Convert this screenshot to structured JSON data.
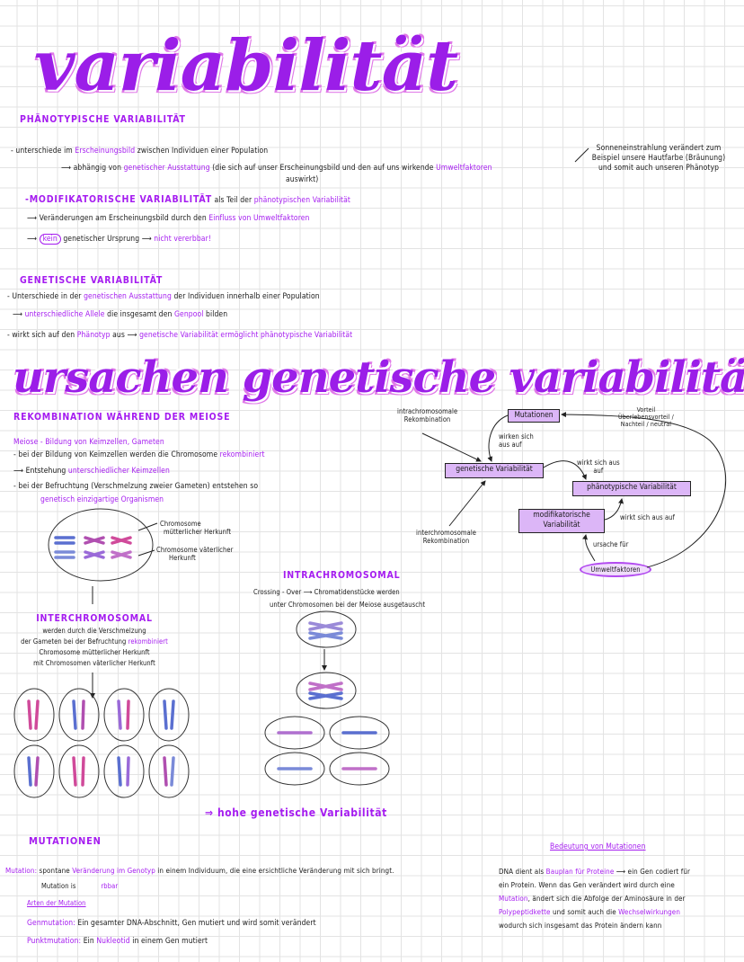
{
  "title": "variabilität",
  "phaeno": {
    "heading": "PHÄNOTYPISCHE VARIABILITÄT",
    "l1": [
      "- unterschiede im ",
      "Erscheinungsbild",
      " zwischen Individuen einer Population"
    ],
    "l2": [
      "⟶ abhängig von ",
      "genetischer Ausstattung",
      " (die sich auf unser Erscheinungsbild  und den auf uns wirkende ",
      "Umweltfaktoren"
    ],
    "l2b": "auswirkt)",
    "side": [
      "Sonneneinstrahlung verändert zum",
      "Beispiel unsere Hautfarbe (Bräunung)",
      "und somit auch unseren Phänotyp"
    ],
    "modi": [
      "-MODIFIKATORISCHE VARIABILITÄT",
      " als Teil der ",
      "phänotypischen Variabilität"
    ],
    "modi2": [
      "⟶ Veränderungen am Erscheinungsbild durch den ",
      "Einfluss von Umweltfaktoren"
    ],
    "modi3": [
      "⟶ ",
      "kein",
      " genetischer Ursprung ⟶ ",
      "nicht vererbbar!"
    ]
  },
  "gene": {
    "heading": "GENETISCHE VARIABILITÄT",
    "l1": [
      "- Unterschiede in der ",
      "genetischen Ausstattung",
      " der Individuen innerhalb einer Population"
    ],
    "l2": [
      "⟶ ",
      "unterschiedliche Allele",
      " die insgesamt den ",
      "Genpool",
      " bilden"
    ],
    "l3": [
      "- wirkt sich auf den ",
      "Phänotyp",
      " aus ⟶ ",
      "genetische Variabilität ermöglicht phänotypische Variabilität"
    ]
  },
  "title2": "ursachen genetische variabilität",
  "reko": {
    "heading": "REKOMBINATION WÄHREND DER MEIOSE",
    "l1": "Meiose - Bildung von Keimzellen, Gameten",
    "l2": [
      "- bei der Bildung von Keimzellen werden die Chromosome ",
      "rekombiniert"
    ],
    "l3": [
      "⟶ Entstehung ",
      "unterschiedlicher Keimzellen"
    ],
    "l4": "- bei der Befruchtung (Verschmelzung zweier Gameten) entstehen so",
    "l5": "genetisch einzigartige Organismen",
    "label_mother": [
      "Chromosome",
      "mütterlicher Herkunft"
    ],
    "label_father": [
      "Chromosome väterlicher",
      "Herkunft"
    ]
  },
  "inter": {
    "heading": "INTERCHROMOSOMAL",
    "l1": "werden durch die Verschmelzung",
    "l2": [
      "der Gameten bei der Befruchtung ",
      "rekombiniert"
    ],
    "l3": "Chromosome mütterlicher Herkunft",
    "l4": "mit Chromosomen väterlicher Herkunft"
  },
  "intra": {
    "heading": "INTRACHROMOSOMAL",
    "l1": "Crossing - Over ⟶ Chromatidenstücke werden",
    "l2": "unter Chromosomen bei der Meiose ausgetauscht"
  },
  "result": "⇒ hohe genetische Variabilität",
  "diagram": {
    "mutationen": "Mutationen",
    "genetisch": "genetische Variabilität",
    "phaeno": "phänotypische Variabilität",
    "modi": "modifikatorische Variabilität",
    "umwelt": "Umweltfaktoren",
    "intra_label": [
      "intrachromosomale",
      "Rekombination"
    ],
    "inter_label": [
      "interchromosomale",
      "Rekombination"
    ],
    "wirken": [
      "wirken sich",
      "aus auf"
    ],
    "wirkt1": [
      "wirkt sich aus",
      "auf"
    ],
    "wirkt2": "wirkt sich aus auf",
    "ursache": "ursache für",
    "vorteil": [
      "Vorteil",
      "Überlebensvorteil /",
      "Nachteil / neutral"
    ]
  },
  "mut": {
    "heading": "MUTATIONEN",
    "def": [
      "Mutation:",
      " spontane ",
      "Veränderung im Genotyp",
      " in einem Individuum, die eine ersichtliche Veränderung mit sich bringt."
    ],
    "l2": [
      "Mutation is",
      "rbbar"
    ],
    "arten": "Arten der Mutation",
    "gen": [
      "Genmutation:",
      " Ein gesamter DNA-Abschnitt, Gen mutiert und wird somit verändert"
    ],
    "punkt": [
      "Punktmutation:",
      " Ein ",
      "Nukleotid",
      " in einem Gen mutiert"
    ],
    "bedeutung": "Bedeutung von Mutationen",
    "b1": [
      "DNA dient als ",
      "Bauplan für Proteine",
      " ⟶ ein Gen codiert für"
    ],
    "b2": "ein Protein. Wenn das Gen verändert wird durch eine",
    "b3": [
      "Mutation",
      ", ändert sich die Abfolge der Aminosäure in der"
    ],
    "b4": [
      "Polypeptidkette",
      " und somit auch die ",
      "Wechselwirkungen"
    ],
    "b5": "wodurch sich insgesamt das Protein ändern kann"
  },
  "colors": {
    "accent": "#a51cf0",
    "box": "#dcb6f7",
    "pink": "#e07ae8",
    "blue": "#5a6fd0"
  }
}
